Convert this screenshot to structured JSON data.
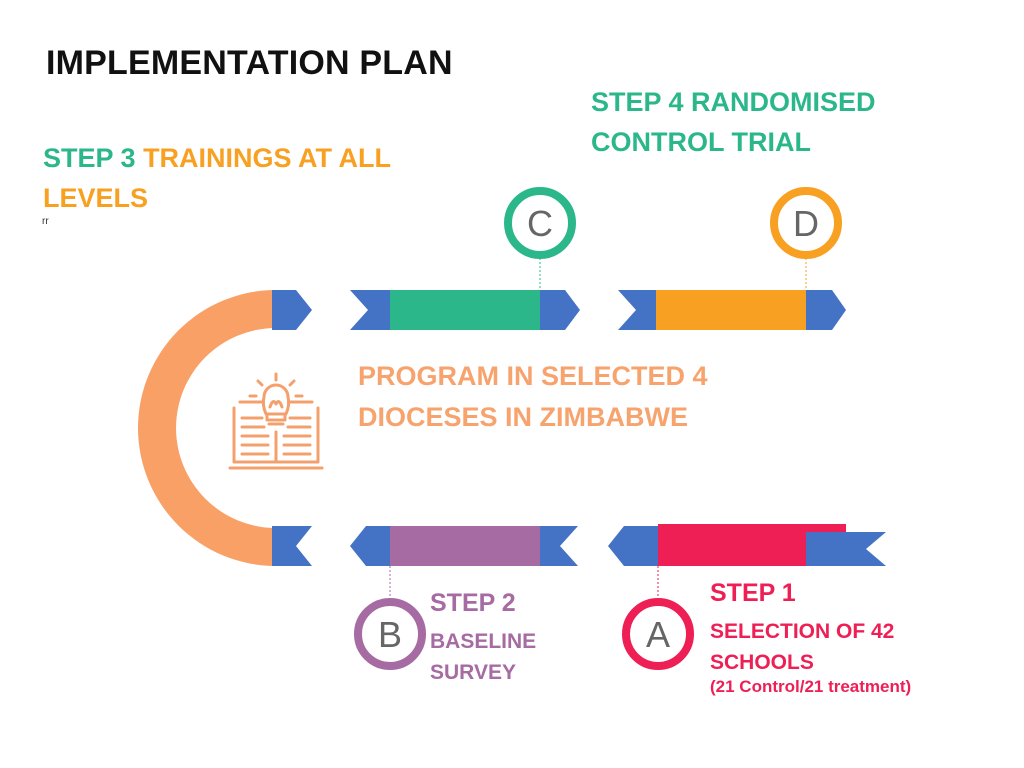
{
  "title": "IMPLEMENTATION PLAN",
  "step3": {
    "prefix": "STEP  3 ",
    "text_line1": "TRAININGS AT ALL",
    "text_line2": "LEVELS"
  },
  "note": "rr",
  "step4": {
    "line1": "STEP  4  RANDOMISED",
    "line2": "CONTROL TRIAL"
  },
  "center": {
    "line1": "PROGRAM IN SELECTED 4",
    "line2": "DIOCESES IN ZIMBABWE"
  },
  "step2": {
    "title": "STEP 2",
    "line1": "BASELINE",
    "line2": "SURVEY"
  },
  "step1": {
    "title": "STEP 1",
    "line1": "SELECTION OF 42",
    "line2": "SCHOOLS",
    "note": "(21 Control/21 treatment)"
  },
  "markers": {
    "a": "A",
    "b": "B",
    "c": "C",
    "d": "D"
  },
  "colors": {
    "arc": "#f9a066",
    "ribbon_blue": "#4472c4",
    "green": "#2cb78a",
    "orange": "#f8a021",
    "purple": "#a66ba2",
    "red": "#ee1f55",
    "icon": "#f4a06c"
  },
  "icons": [
    "lightbulb-book-icon"
  ]
}
